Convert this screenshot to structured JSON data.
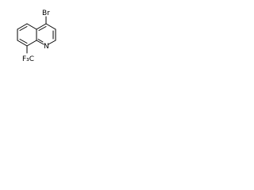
{
  "molecule": {
    "labels": {
      "bromine": "Br",
      "nitrogen": "N",
      "trifluoromethyl": "F₃C"
    }
  }
}
